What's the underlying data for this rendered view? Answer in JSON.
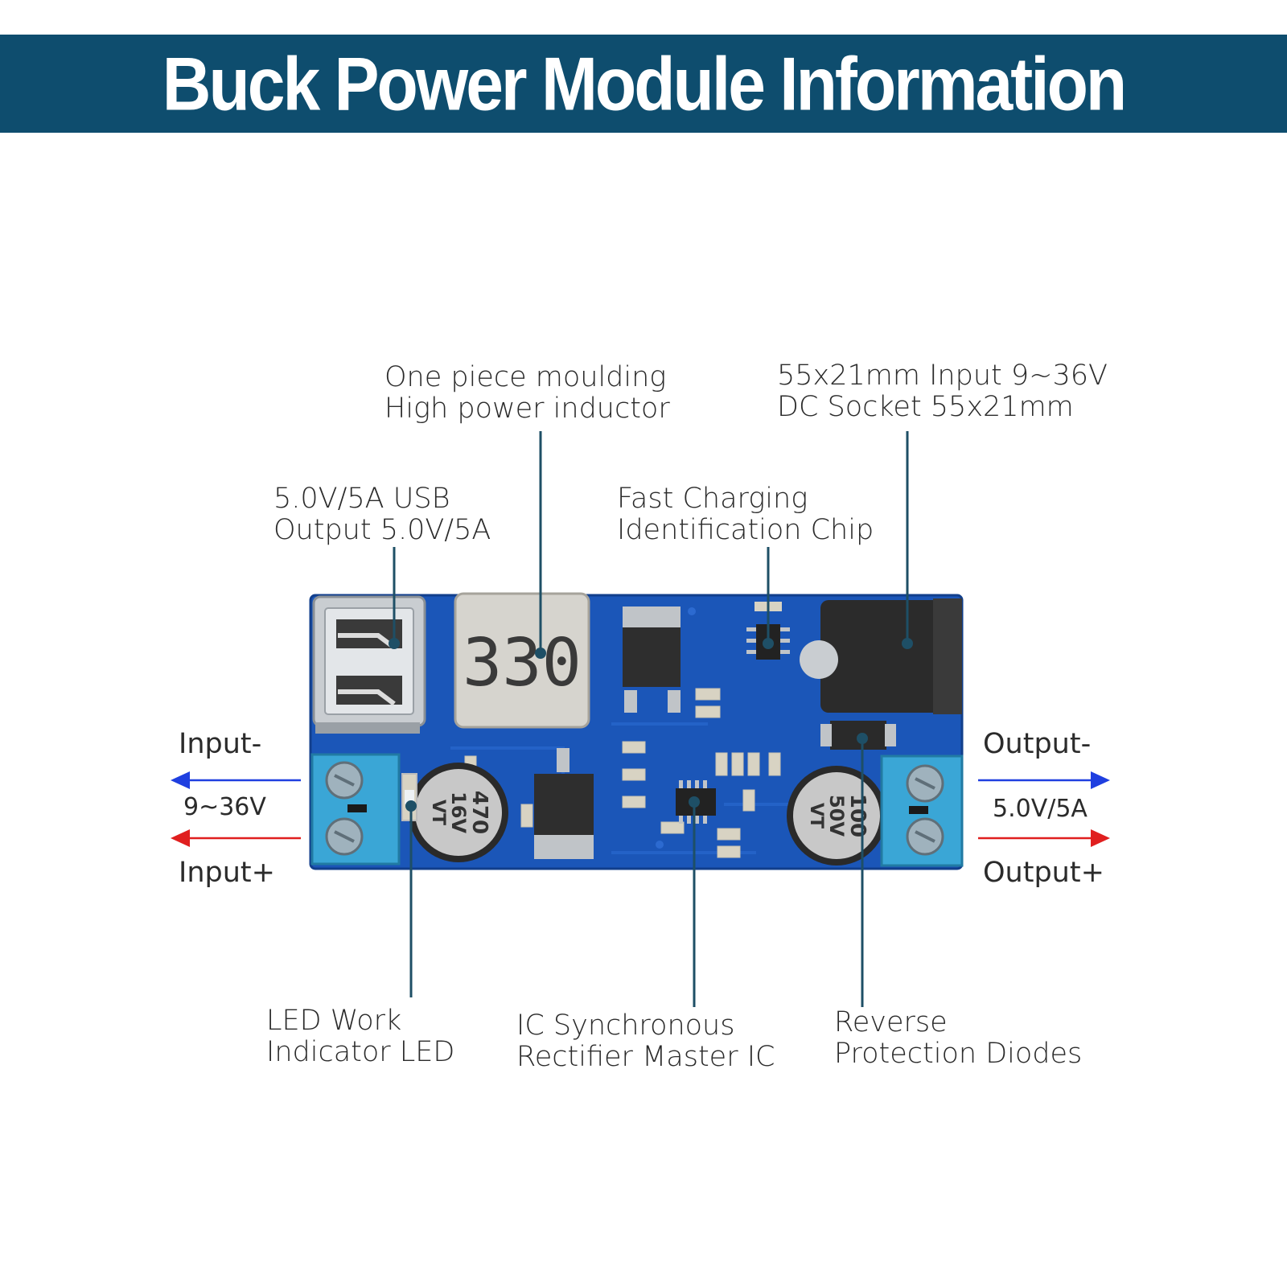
{
  "title": "Buck Power Module Information",
  "callouts": {
    "inductor": {
      "line1": "One piece moulding",
      "line2": "High power inductor"
    },
    "dc_socket": {
      "line1": "55x21mm  Input 9~36V",
      "line2": "DC Socket 55x21mm"
    },
    "usb": {
      "line1": "5.0V/5A  USB",
      "line2": "Output 5.0V/5A"
    },
    "charging_chip": {
      "line1": "Fast Charging",
      "line2": "Identification Chip"
    },
    "led": {
      "line1": "LED  Work",
      "line2": "Indicator LED"
    },
    "ic": {
      "line1": "IC  Synchronous",
      "line2": "Rectifier Master IC"
    },
    "diodes": {
      "line1": "Reverse",
      "line2": "Protection Diodes"
    }
  },
  "input": {
    "minus": "Input-",
    "plus": "Input+",
    "range": "9~36V"
  },
  "output": {
    "minus": "Output-",
    "plus": "Output+",
    "rating": "5.0V/5A"
  },
  "board_markings": {
    "inductor": "330",
    "cap_input": [
      "470",
      "16V",
      "VT"
    ],
    "cap_output": [
      "100",
      "50V",
      "VT"
    ]
  },
  "colors": {
    "banner": "#0e4d6e",
    "pcb": "#1b56b8",
    "leader": "#1e4f66",
    "arrow_minus": "#1f3fe0",
    "arrow_plus": "#e01f1f"
  }
}
